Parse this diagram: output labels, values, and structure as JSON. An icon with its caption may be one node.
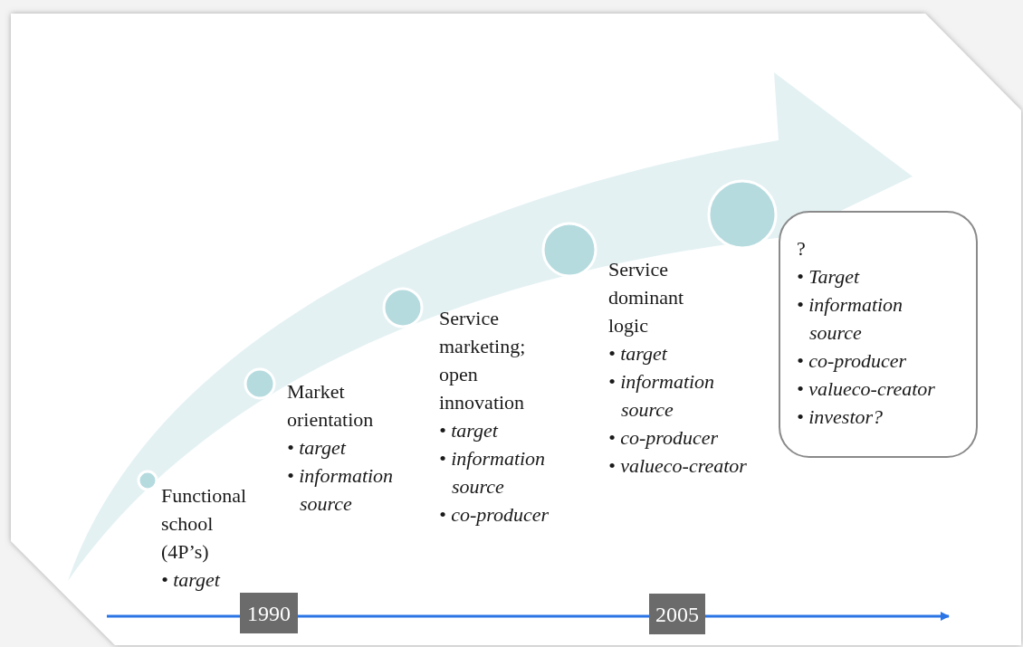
{
  "diagram": {
    "nodes": [
      {
        "text": [
          "?",
          "• Target",
          "• information source",
          "• co-producer",
          "• valueco-creator",
          "• investor?"
        ]
      },
      {
        "text": [
          "1990"
        ]
      },
      {
        "text": [
          "2005"
        ]
      }
    ],
    "labels": [
      "Functional school (4P’s)",
      "• target",
      "Market orientation",
      "• target",
      "• information source",
      "Service marketing; open innovation",
      "• target",
      "• information source",
      "• co-producer",
      "Service dominant logic",
      "• target",
      "• information source",
      "• co-producer",
      "• valueco-creator"
    ]
  }
}
